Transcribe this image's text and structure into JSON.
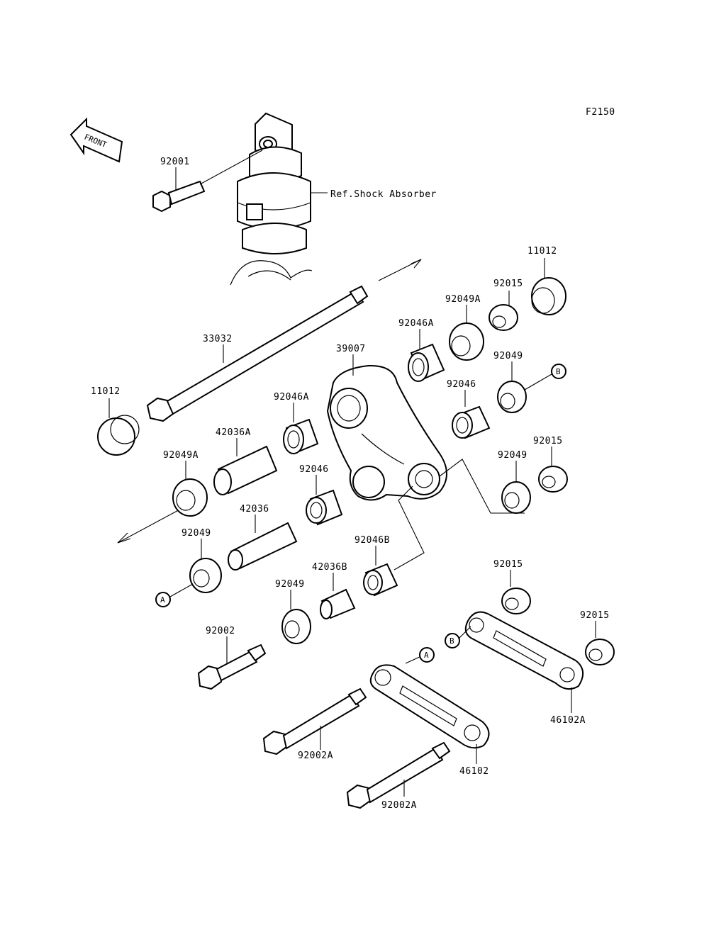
{
  "figure_code": "F2150",
  "front_label": "FRONT",
  "ref_label": "Ref.Shock Absorber",
  "parts": {
    "p92001": "92001",
    "p33032": "33032",
    "p11012_top": "11012",
    "p11012_left": "11012",
    "p39007": "39007",
    "p92015_a": "92015",
    "p92049A_top": "92049A",
    "p92046A_top": "92046A",
    "p92049_b": "92049",
    "p92046_right": "92046",
    "p92046A_mid": "92046A",
    "p42036A": "42036A",
    "p92049A_left": "92049A",
    "p92046_mid": "92046",
    "p42036": "42036",
    "p92015_b": "92015",
    "p92049_right": "92049",
    "p92049_left": "92049",
    "p92046B": "92046B",
    "p42036B": "42036B",
    "p92049_low": "92049",
    "p92015_c": "92015",
    "p92015_d": "92015",
    "p92002": "92002",
    "p92002A_1": "92002A",
    "p92002A_2": "92002A",
    "p46102A": "46102A",
    "p46102": "46102"
  },
  "refs": {
    "A": "A",
    "B": "B"
  }
}
